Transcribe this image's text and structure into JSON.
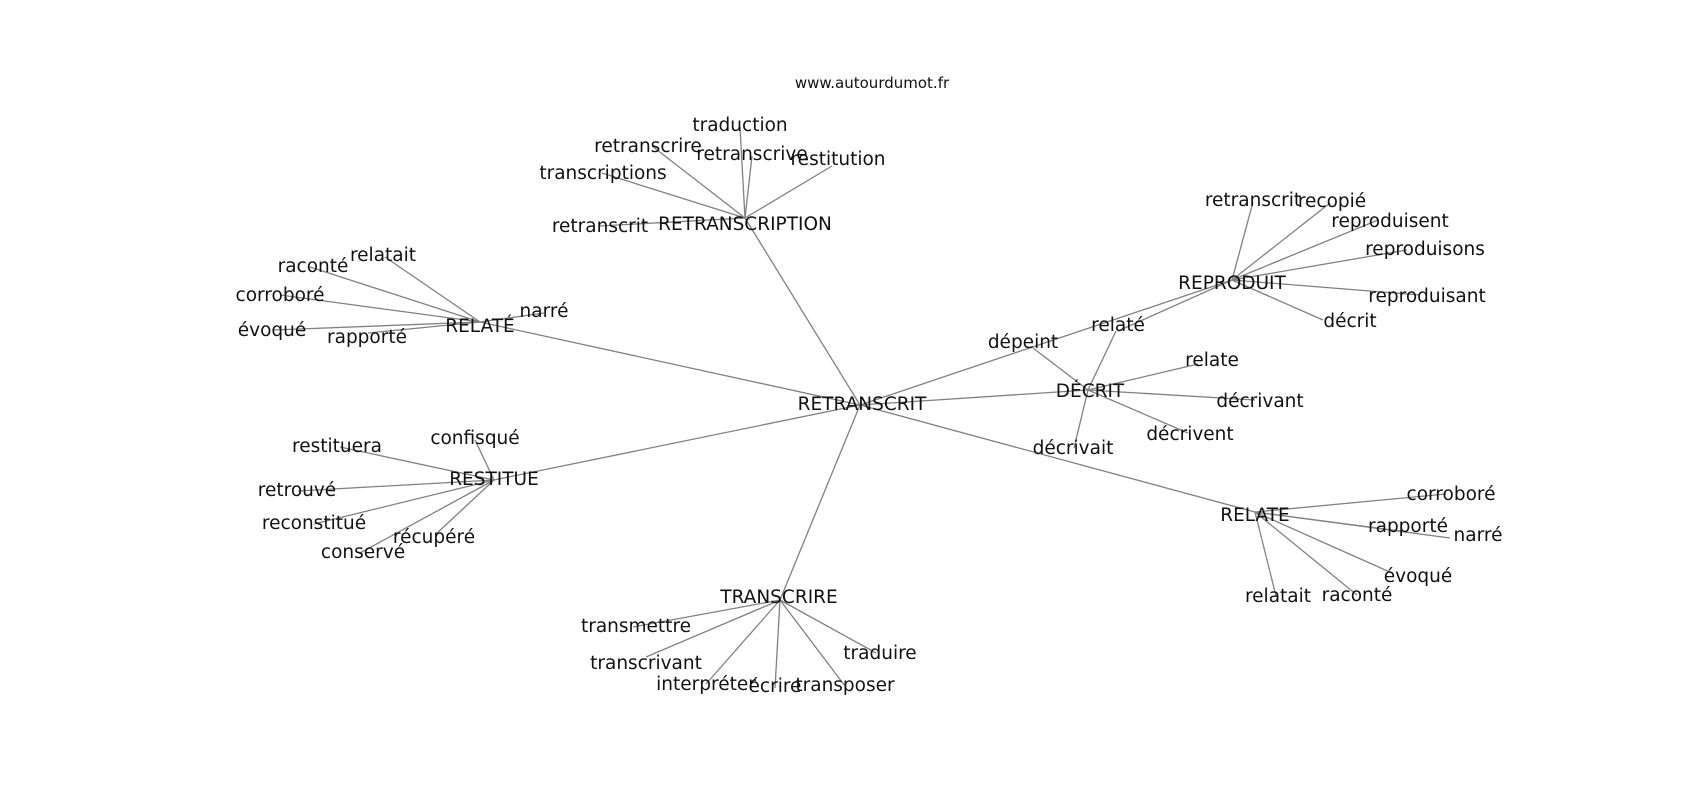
{
  "header": {
    "site": "www.autourdumot.fr"
  },
  "graph": {
    "center": "RETRANSCRIT",
    "clusters": [
      {
        "hub": "RETRANSCRIPTION",
        "leaves": [
          "traduction",
          "retranscrire",
          "retranscrive",
          "restitution",
          "transcriptions",
          "retranscrit"
        ]
      },
      {
        "hub": "RELATÉ",
        "leaves": [
          "relatait",
          "raconté",
          "corroboré",
          "narré",
          "évoqué",
          "rapporté"
        ]
      },
      {
        "hub": "RESTITUE",
        "leaves": [
          "confisqué",
          "restituera",
          "retrouvé",
          "reconstitué",
          "récupéré",
          "conservé"
        ]
      },
      {
        "hub": "TRANSCRIRE",
        "leaves": [
          "transmettre",
          "transcrivant",
          "interpréter",
          "écrire",
          "transposer",
          "traduire"
        ]
      },
      {
        "hub": "DÉCRIT",
        "leaves": [
          "dépeint",
          "relaté",
          "relate",
          "décrivant",
          "décrivent",
          "décrivait"
        ]
      },
      {
        "hub": "REPRODUIT",
        "leaves": [
          "retranscrit",
          "recopié",
          "reproduisent",
          "reproduisons",
          "reproduisant",
          "décrit"
        ]
      },
      {
        "hub": "RELATE",
        "leaves": [
          "corroboré",
          "rapporté",
          "narré",
          "évoqué",
          "raconté",
          "relatait"
        ]
      }
    ],
    "extra_links": [
      {
        "from": "REPRODUIT",
        "to": "relaté"
      }
    ]
  }
}
